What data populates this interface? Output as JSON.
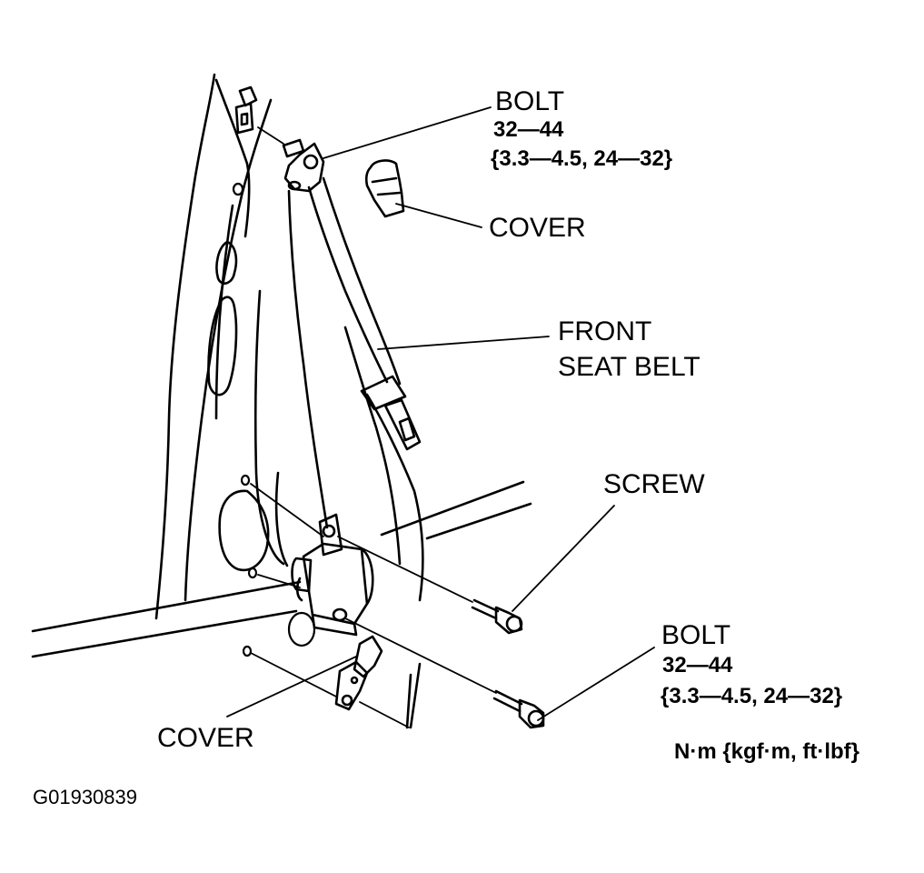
{
  "labels": {
    "bolt_top": {
      "name": "BOLT",
      "torque": "32—44",
      "torque_alt": "{3.3—4.5, 24—32}"
    },
    "cover_top": "COVER",
    "front_seat_belt": {
      "line1": "FRONT",
      "line2": "SEAT BELT"
    },
    "screw": "SCREW",
    "bolt_bottom": {
      "name": "BOLT",
      "torque": "32—44",
      "torque_alt": "{3.3—4.5, 24—32}"
    },
    "cover_bottom": "COVER",
    "units": "N·m {kgf·m,  ft·lbf}"
  },
  "figure_code": "G01930839",
  "colors": {
    "ink": "#000000",
    "paper": "#ffffff"
  }
}
